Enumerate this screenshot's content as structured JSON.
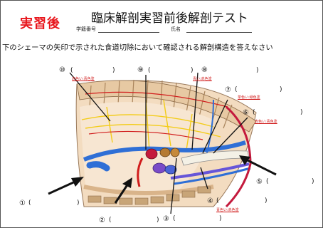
{
  "header": {
    "badge": "実習後",
    "title": "臨床解剖実習前後解剖テスト",
    "student_id_label": "学籍番号",
    "name_label": "氏名"
  },
  "question": "下のシェーマの矢印で示された食道切除において確認される解剖構造を答えなさい",
  "labels": {
    "n10": "⑩",
    "n9": "⑨",
    "n8": "⑧",
    "n7": "⑦",
    "n6": "⑥",
    "n5": "⑤",
    "n4": "④",
    "n3": "③",
    "n2": "②",
    "n1": "①",
    "open_paren": "(",
    "close_paren": ")"
  },
  "hints": {
    "h10": "赤色い:青色塗",
    "h8": "青い:赤色塗",
    "h7": "茶色い:緑色塗",
    "h6": "赤色い:青色塗",
    "h4": "青色い:赤色塗"
  },
  "colors": {
    "badge": "#e8161c",
    "vein": "#2f6fd6",
    "artery": "#d11d1d",
    "nerve": "#f3cc18"
  }
}
